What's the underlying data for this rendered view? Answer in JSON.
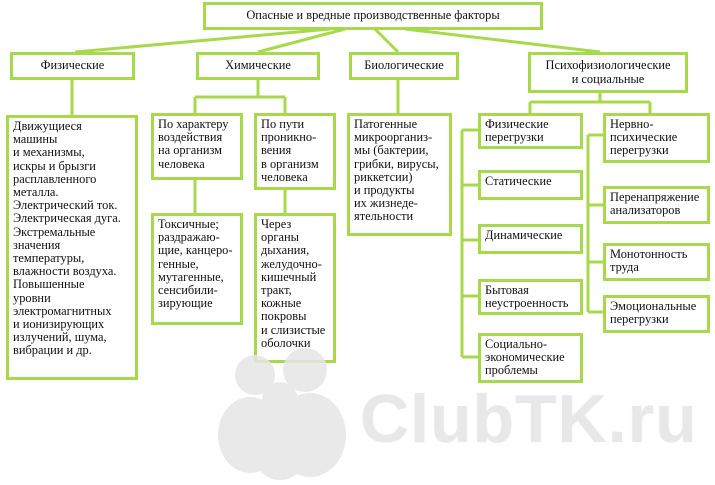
{
  "title": "Опасные и вредные производственные факторы",
  "categories": {
    "physical": "Физические",
    "chemical": "Химические",
    "biological": "Биологические",
    "psycho": "Психофизиологические\nи социальные"
  },
  "physical_details": "Движущиеся\nмашины\nи механизмы,\nискры и брызги\nрасплавленного\nметалла.\nЭлектрический ток.\nЭлектрическая дуга.\nЭкстремальные\nзначения\nтемпературы,\nвлажности воздуха.\nПовышенные\nуровни\nэлектромагнитных\n и ионизирующих\nизлучений, шума,\nвибрации и др.",
  "chemical": {
    "by_action": "По характеру\nвоздействия\nна организм\nчеловека",
    "by_action_items": "Токсичные;\nраздражаю-\nщие, канцеро-\nгенные,\nмутагенные,\nсенсибили-\nзирующие",
    "by_path": "По пути\nпроникно-\nвения\nв организм\nчеловека",
    "by_path_items": "Через\nорганы\nдыхания,\nжелудочно-\nкишечный\nтракт,\nкожные\nпокровы\nи слизистые\nоболочки"
  },
  "biological_details": "Патогенные\nмикроорганиз-\nмы (бактерии,\nгрибки, вирусы,\nриккетсии)\nи продукты\nих жизнеде-\nятельности",
  "psycho": {
    "physical_overload": "Физические\nперегрузки",
    "physical_items": [
      "Статические",
      "Динамические",
      "Бытовая\nнеустроенность",
      "Социально-\nэкономические\nпроблемы"
    ],
    "neuro_overload": "Нервно-\nпсихические\nперегрузки",
    "neuro_items": [
      "Перенапряжение\nанализаторов",
      "Монотонность\nтруда",
      "Эмоциональные\nперегрузки"
    ]
  },
  "watermark": "ClubTK.ru",
  "colors": {
    "border": "#a8d84c",
    "line": "#a8d84c",
    "watermark": "#e4e4e4"
  }
}
